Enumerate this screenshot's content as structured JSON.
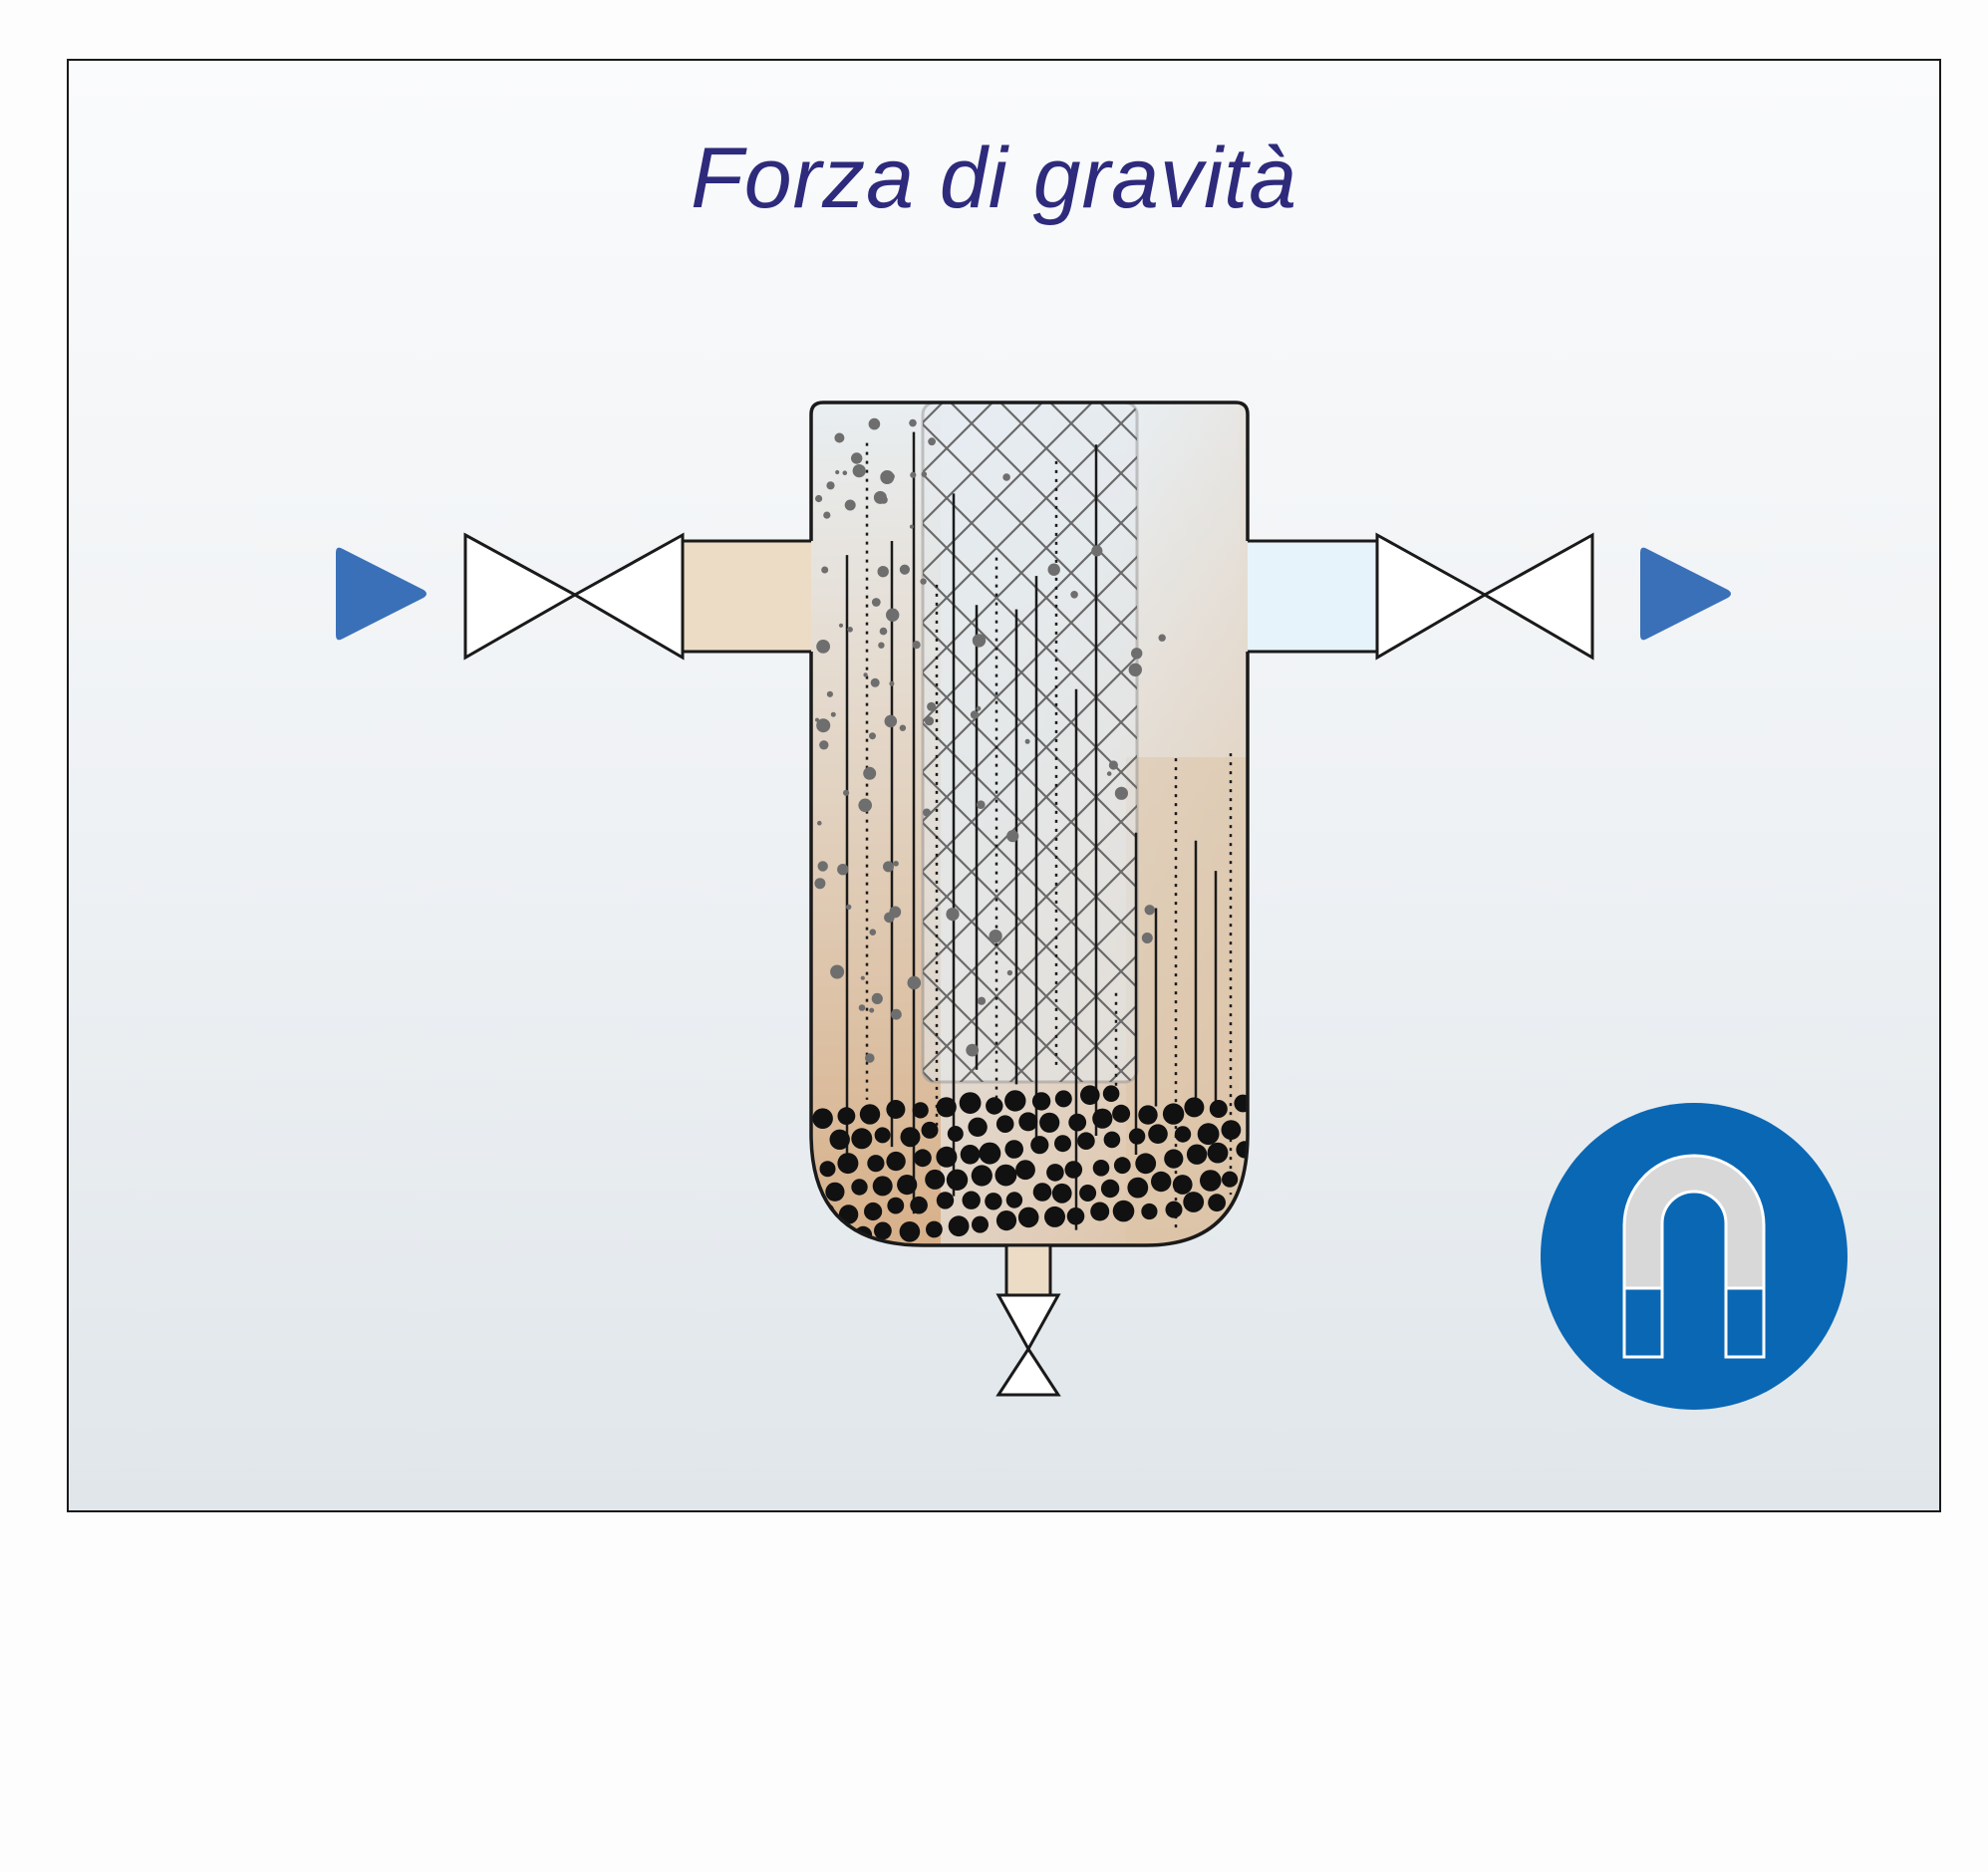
{
  "title": "Forza di gravità",
  "colors": {
    "title": "#2e2a7c",
    "flow_arrow": "#3a70b8",
    "magnet_badge": "#0a67b4",
    "dirty_fluid": "#dcb993",
    "clean_fluid": "#e6f3fc",
    "outline": "#1a1a1a"
  },
  "icons": {
    "inlet_arrow": "triangle-right",
    "outlet_arrow": "triangle-right",
    "valves": "bowtie-valve",
    "magnet": "horseshoe-magnet"
  }
}
